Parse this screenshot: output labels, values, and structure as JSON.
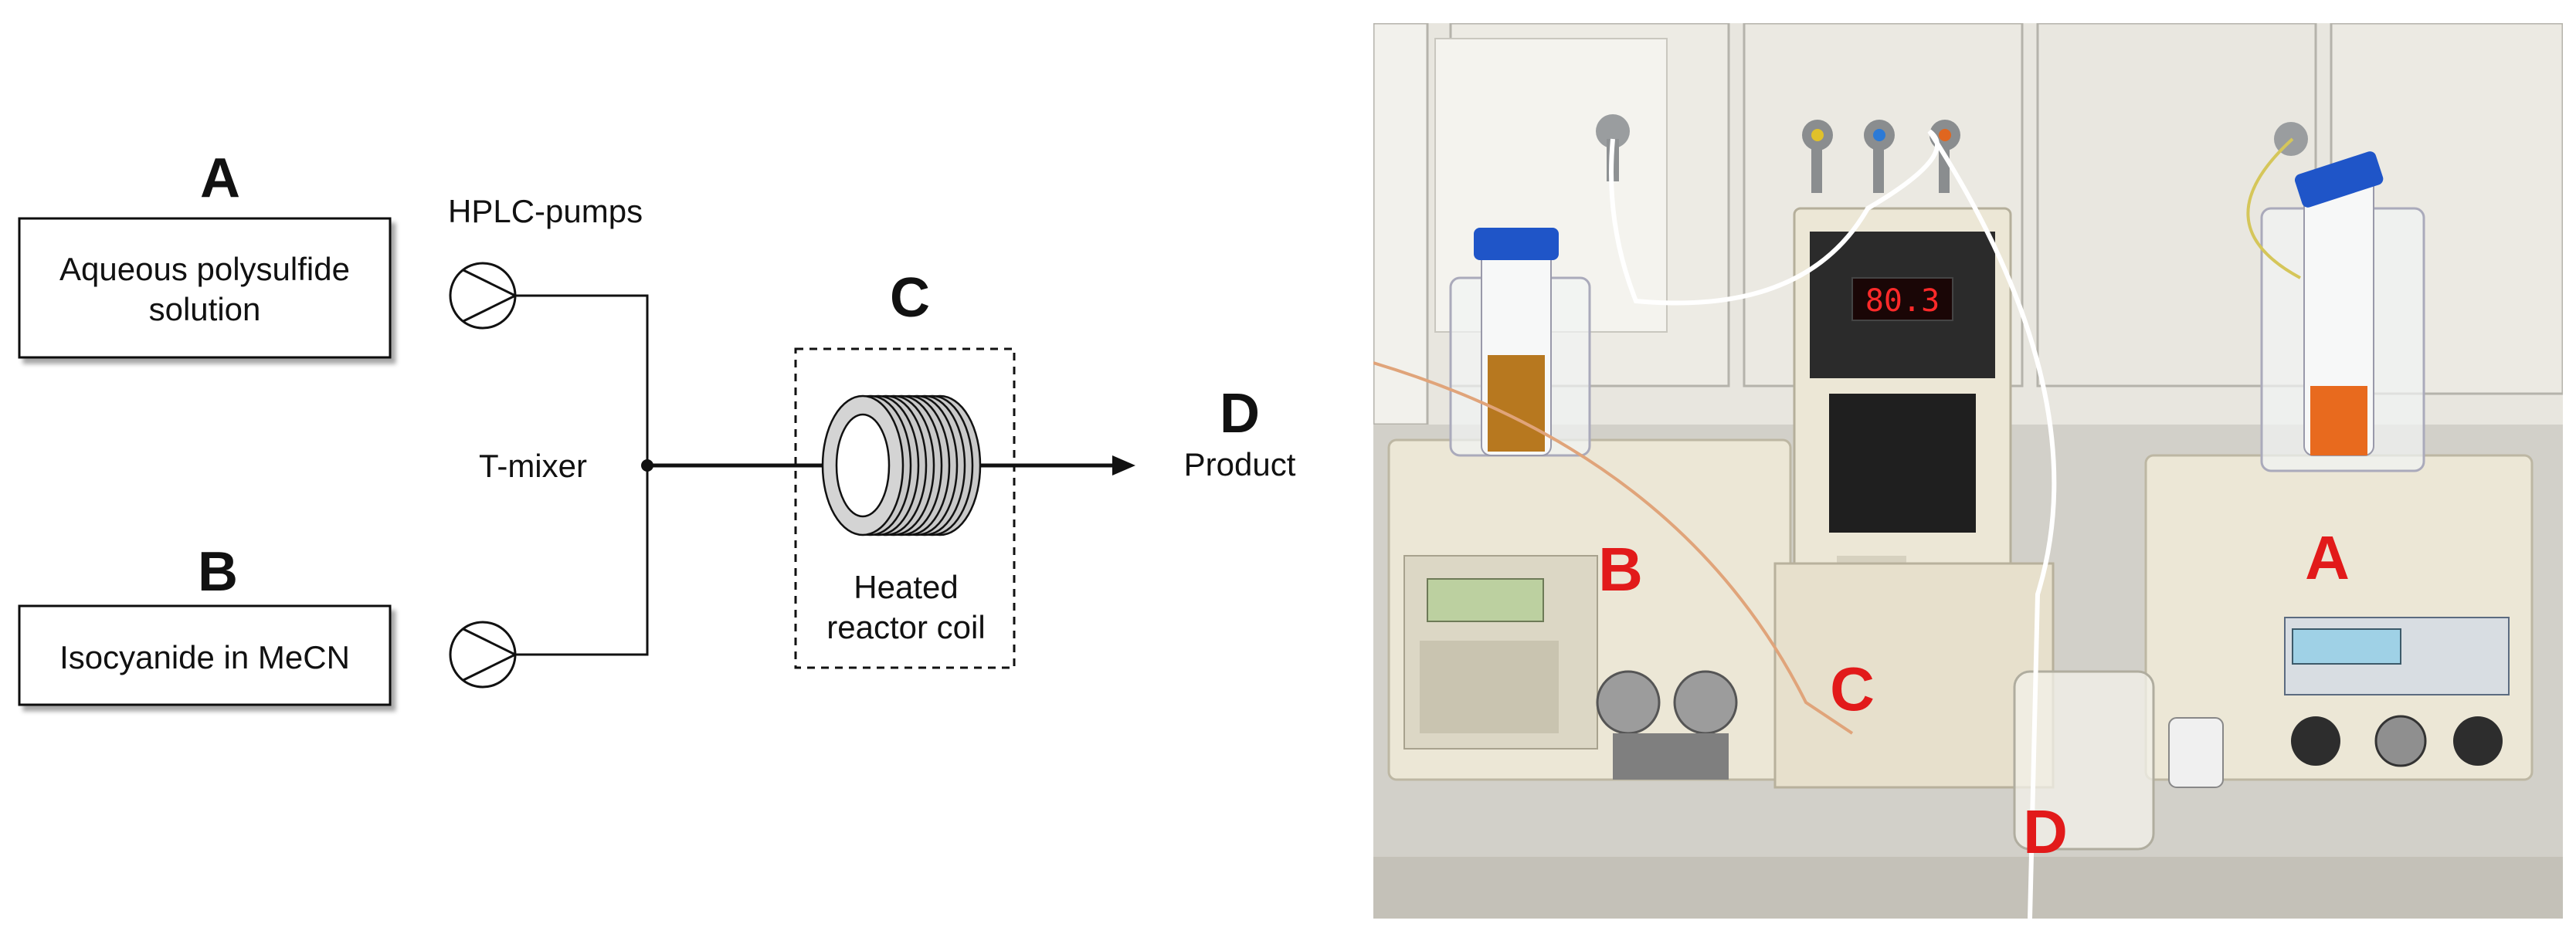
{
  "diagram": {
    "feed_a": {
      "letter": "A",
      "label_line1": "Aqueous polysulfide",
      "label_line2": "solution"
    },
    "feed_b": {
      "letter": "B",
      "label": "Isocyanide in MeCN"
    },
    "pumps_label": "HPLC-pumps",
    "mixer_label": "T-mixer",
    "reactor": {
      "letter": "C",
      "label_line1": "Heated",
      "label_line2": "reactor coil"
    },
    "product": {
      "letter": "D",
      "label": "Product"
    }
  },
  "photo": {
    "labels": {
      "a": "A",
      "b": "B",
      "c": "C",
      "d": "D"
    },
    "temperature_display": "80.3"
  },
  "colors": {
    "label_red": "#e21a1a",
    "lcd_red": "#ff2a2a",
    "cap_blue": "#1f55c8"
  }
}
